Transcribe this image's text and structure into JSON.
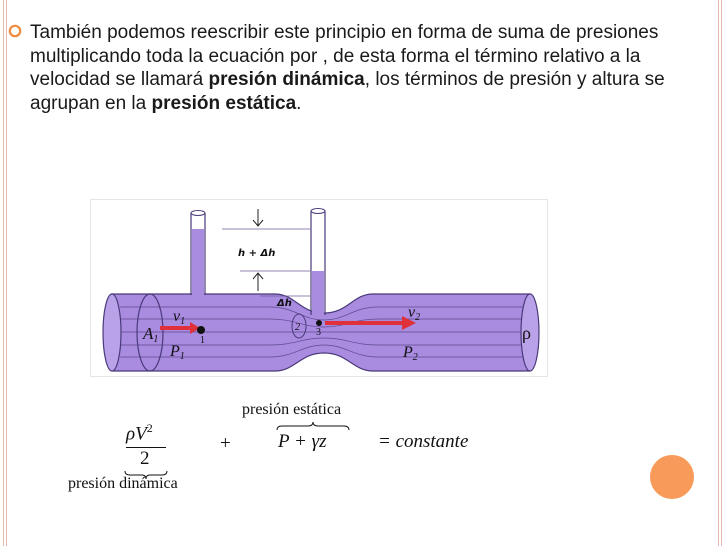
{
  "slide": {
    "paragraph": {
      "part1": "También podemos reescribir este principio en forma de suma de presiones multiplicando toda la ecuación por , de esta forma el término relativo a la velocidad se llamará ",
      "bold1": "presión dinámica",
      "part2": ", los términos de presión y altura se agrupan en la ",
      "bold2": "presión estática",
      "part3": "."
    },
    "diagram": {
      "height_label": "h + Δh",
      "delta_label": "Δh",
      "a1_label": "A",
      "a1_sub": "1",
      "v1_label": "v",
      "v1_sub": "1",
      "p1_label": "P",
      "p1_sub": "1",
      "point1_label": "1",
      "point2_label": "2",
      "point3_label": "3",
      "v2_label": "v",
      "v2_sub": "2",
      "p2_label": "P",
      "p2_sub": "2",
      "rho_label": "ρ"
    },
    "formula": {
      "dynamic_numerator": "ρV",
      "dynamic_exp": "2",
      "dynamic_denominator": "2",
      "dynamic_label": "presión dinámica",
      "plus": "+",
      "static_label": "presión estática",
      "static_expr": "P + γz",
      "equals": "= constante"
    },
    "colors": {
      "pipe_fill": "#a98be0",
      "pipe_stroke": "#4a3a7a",
      "arrow": "#e0303a",
      "bullet": "#f08a3c",
      "accent_circle": "#f79a5a",
      "margin_lines": "#e6b9b0"
    }
  }
}
